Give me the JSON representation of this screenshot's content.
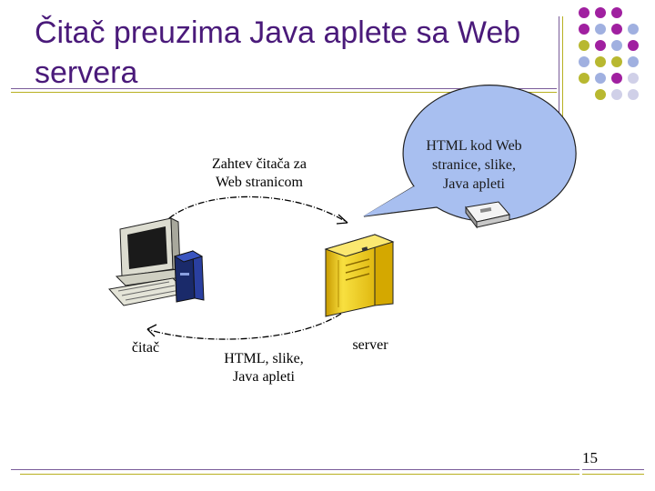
{
  "slide": {
    "title": "Čitač preuzima Java aplete sa Web servera",
    "page_number": "15"
  },
  "diagram": {
    "request_label_line1": "Zahtev čitača za",
    "request_label_line2": "Web stranicom",
    "response_label_line1": "HTML, slike,",
    "response_label_line2": "Java apleti",
    "client_label": "čitač",
    "server_label": "server",
    "bubble_line1": "HTML kod Web",
    "bubble_line2": "stranice, slike,",
    "bubble_line3": "Java apleti"
  },
  "colors": {
    "title": "#4a1a7a",
    "dot_purple": "#a020a0",
    "dot_blue": "#a0b0e0",
    "dot_olive": "#b8b830",
    "dot_light": "#d0d0e8",
    "bubble_fill": "#a8bff0",
    "server_yellow": "#f0d020"
  }
}
